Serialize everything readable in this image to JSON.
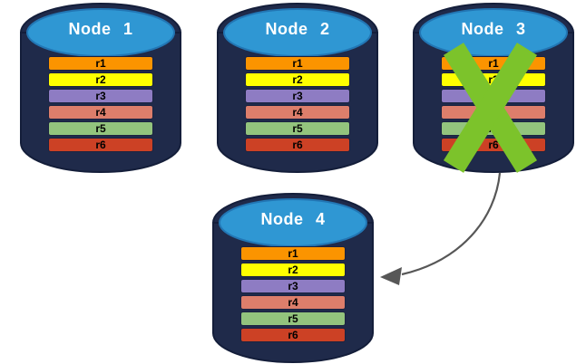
{
  "nodes": [
    {
      "id": "node-1",
      "label": "Node 1",
      "status": "active",
      "rows": [
        {
          "label": "r1",
          "color": "#FB9400"
        },
        {
          "label": "r2",
          "color": "#FFFF00"
        },
        {
          "label": "r3",
          "color": "#8E7CC3"
        },
        {
          "label": "r4",
          "color": "#DD7E6B"
        },
        {
          "label": "r5",
          "color": "#93C47D"
        },
        {
          "label": "r6",
          "color": "#CC4125"
        }
      ]
    },
    {
      "id": "node-2",
      "label": "Node 2",
      "status": "active",
      "rows": [
        {
          "label": "r1",
          "color": "#FB9400"
        },
        {
          "label": "r2",
          "color": "#FFFF00"
        },
        {
          "label": "r3",
          "color": "#8E7CC3"
        },
        {
          "label": "r4",
          "color": "#DD7E6B"
        },
        {
          "label": "r5",
          "color": "#93C47D"
        },
        {
          "label": "r6",
          "color": "#CC4125"
        }
      ]
    },
    {
      "id": "node-3",
      "label": "Node 3",
      "status": "failed",
      "rows": [
        {
          "label": "r1",
          "color": "#FB9400"
        },
        {
          "label": "r2",
          "color": "#FFFF00"
        },
        {
          "label": "r3",
          "color": "#8E7CC3"
        },
        {
          "label": "r4",
          "color": "#DD7E6B"
        },
        {
          "label": "r5",
          "color": "#93C47D"
        },
        {
          "label": "r6",
          "color": "#CC4125"
        }
      ]
    },
    {
      "id": "node-4",
      "label": "Node 4",
      "status": "active",
      "rows": [
        {
          "label": "r1",
          "color": "#FB9400"
        },
        {
          "label": "r2",
          "color": "#FFFF00"
        },
        {
          "label": "r3",
          "color": "#8E7CC3"
        },
        {
          "label": "r4",
          "color": "#DD7E6B"
        },
        {
          "label": "r5",
          "color": "#93C47D"
        },
        {
          "label": "r6",
          "color": "#CC4125"
        }
      ]
    }
  ],
  "failure_marker": {
    "on_node": "Node 3"
  },
  "arrow": {
    "from": "Node 3",
    "to": "Node 4"
  },
  "colors": {
    "background": "#FFFFFF",
    "cylinder_body": "#1F2A4A",
    "cylinder_outline": "#141E3A",
    "cylinder_top": "#2F97D3",
    "cylinder_top_edge": "#2276B4",
    "title_text": "#FFFFFF",
    "row_text": "#000000",
    "failure_x": "#7CC32B",
    "arrow": "#575757"
  }
}
